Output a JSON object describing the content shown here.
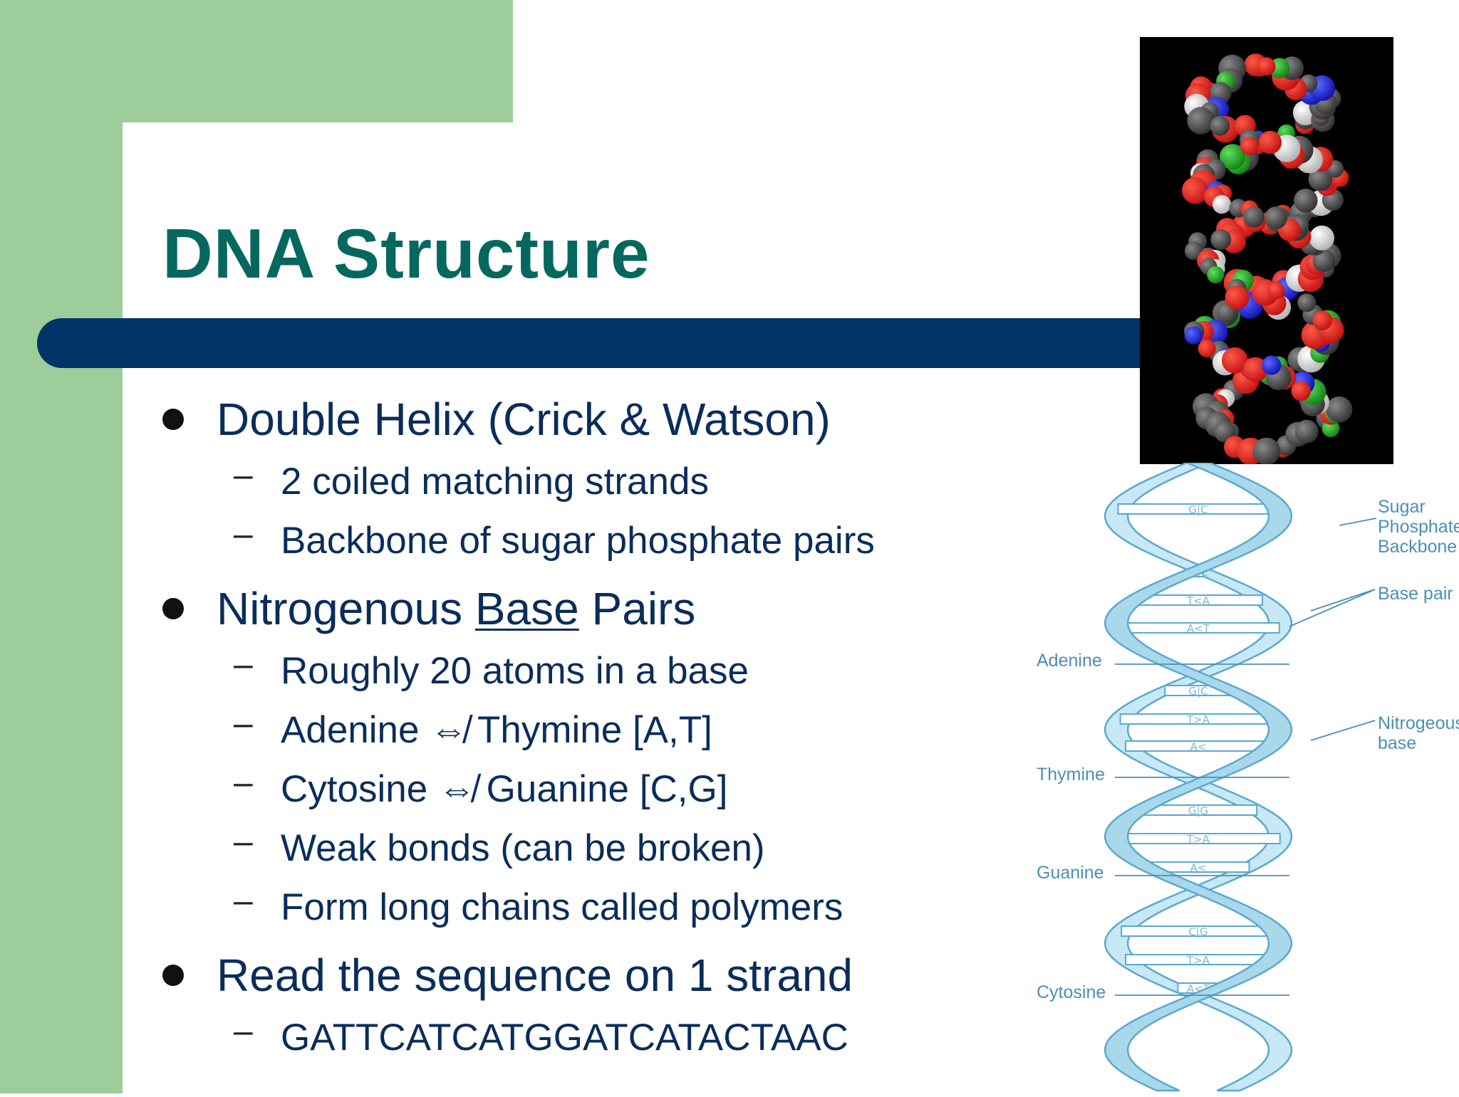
{
  "slide": {
    "title": "DNA Structure",
    "items": [
      {
        "text": "Double Helix (Crick & Watson)",
        "subs": [
          "2 coiled matching strands",
          "Backbone of sugar phosphate pairs"
        ]
      },
      {
        "text_before": "Nitrogenous ",
        "text_underlined": "Base",
        "text_after": " Pairs",
        "subs": [
          "Roughly 20 atoms in a base",
          "Adenine ⇎ Thymine [A,T]",
          "Cytosine ⇎ Guanine [C,G]",
          "Weak bonds (can be broken)",
          "Form long chains called polymers"
        ]
      },
      {
        "text": "Read the sequence on 1 strand",
        "subs": [
          "GATTCATCATGGATCATACTAAC"
        ]
      }
    ]
  },
  "diagram": {
    "labels": {
      "backbone": [
        "Sugar",
        "Phosphate",
        "Backbone"
      ],
      "base_pair": "Base pair",
      "nitrogenous": [
        "Nitrogeous",
        "base"
      ],
      "adenine": "Adenine",
      "thymine": "Thymine",
      "guanine": "Guanine",
      "cytosine": "Cytosine"
    },
    "rung_labels": [
      "G|C",
      "G|C",
      "T<A",
      "A<T",
      "G|C",
      "T>A",
      "A<",
      "G|G",
      "T>A",
      "A<",
      "C|G",
      "T>A",
      "A<T"
    ]
  },
  "colors": {
    "green": "#9ccd9a",
    "navy": "#003466",
    "title": "#05685e",
    "text": "#0a2d5a",
    "helix": "#a8d8ea"
  }
}
